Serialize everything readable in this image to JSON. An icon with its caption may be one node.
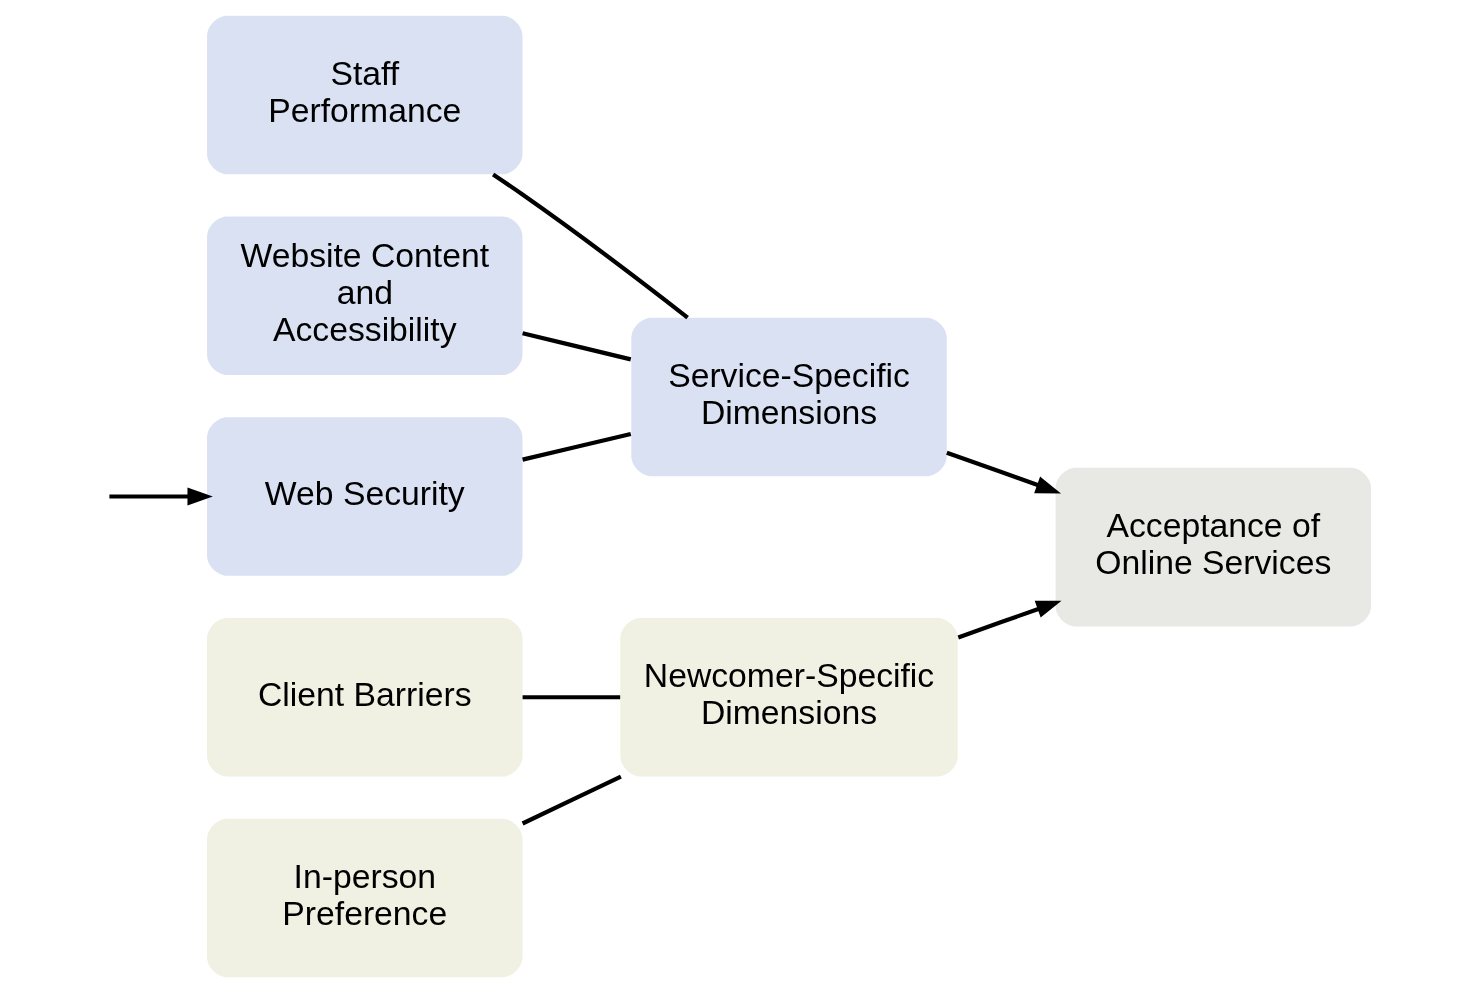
{
  "diagram": {
    "nodes": [
      {
        "text": [
          "Staff Performance"
        ]
      },
      {
        "text": [
          "Website Content and Accessibility"
        ]
      },
      {
        "text": [
          "Web Security"
        ]
      },
      {
        "text": [
          "Service-Specific Dimensions"
        ]
      },
      {
        "text": [
          "Acceptance of Online Services"
        ]
      },
      {
        "text": [
          "Client Barriers"
        ]
      },
      {
        "text": [
          "In-person Preference"
        ]
      },
      {
        "text": [
          "Newcomer-Specific Dimensions"
        ]
      }
    ],
    "edges": [
      {
        "from": null,
        "to": 2,
        "arrow": "to"
      },
      {
        "from": 0,
        "to": 3,
        "arrow": "none"
      },
      {
        "from": 1,
        "to": 3,
        "arrow": "none"
      },
      {
        "from": 2,
        "to": 3,
        "arrow": "none"
      },
      {
        "from": 5,
        "to": 7,
        "arrow": "none"
      },
      {
        "from": 6,
        "to": 7,
        "arrow": "none"
      },
      {
        "from": 3,
        "to": 4,
        "arrow": "to"
      },
      {
        "from": 7,
        "to": 4,
        "arrow": "to"
      }
    ]
  }
}
